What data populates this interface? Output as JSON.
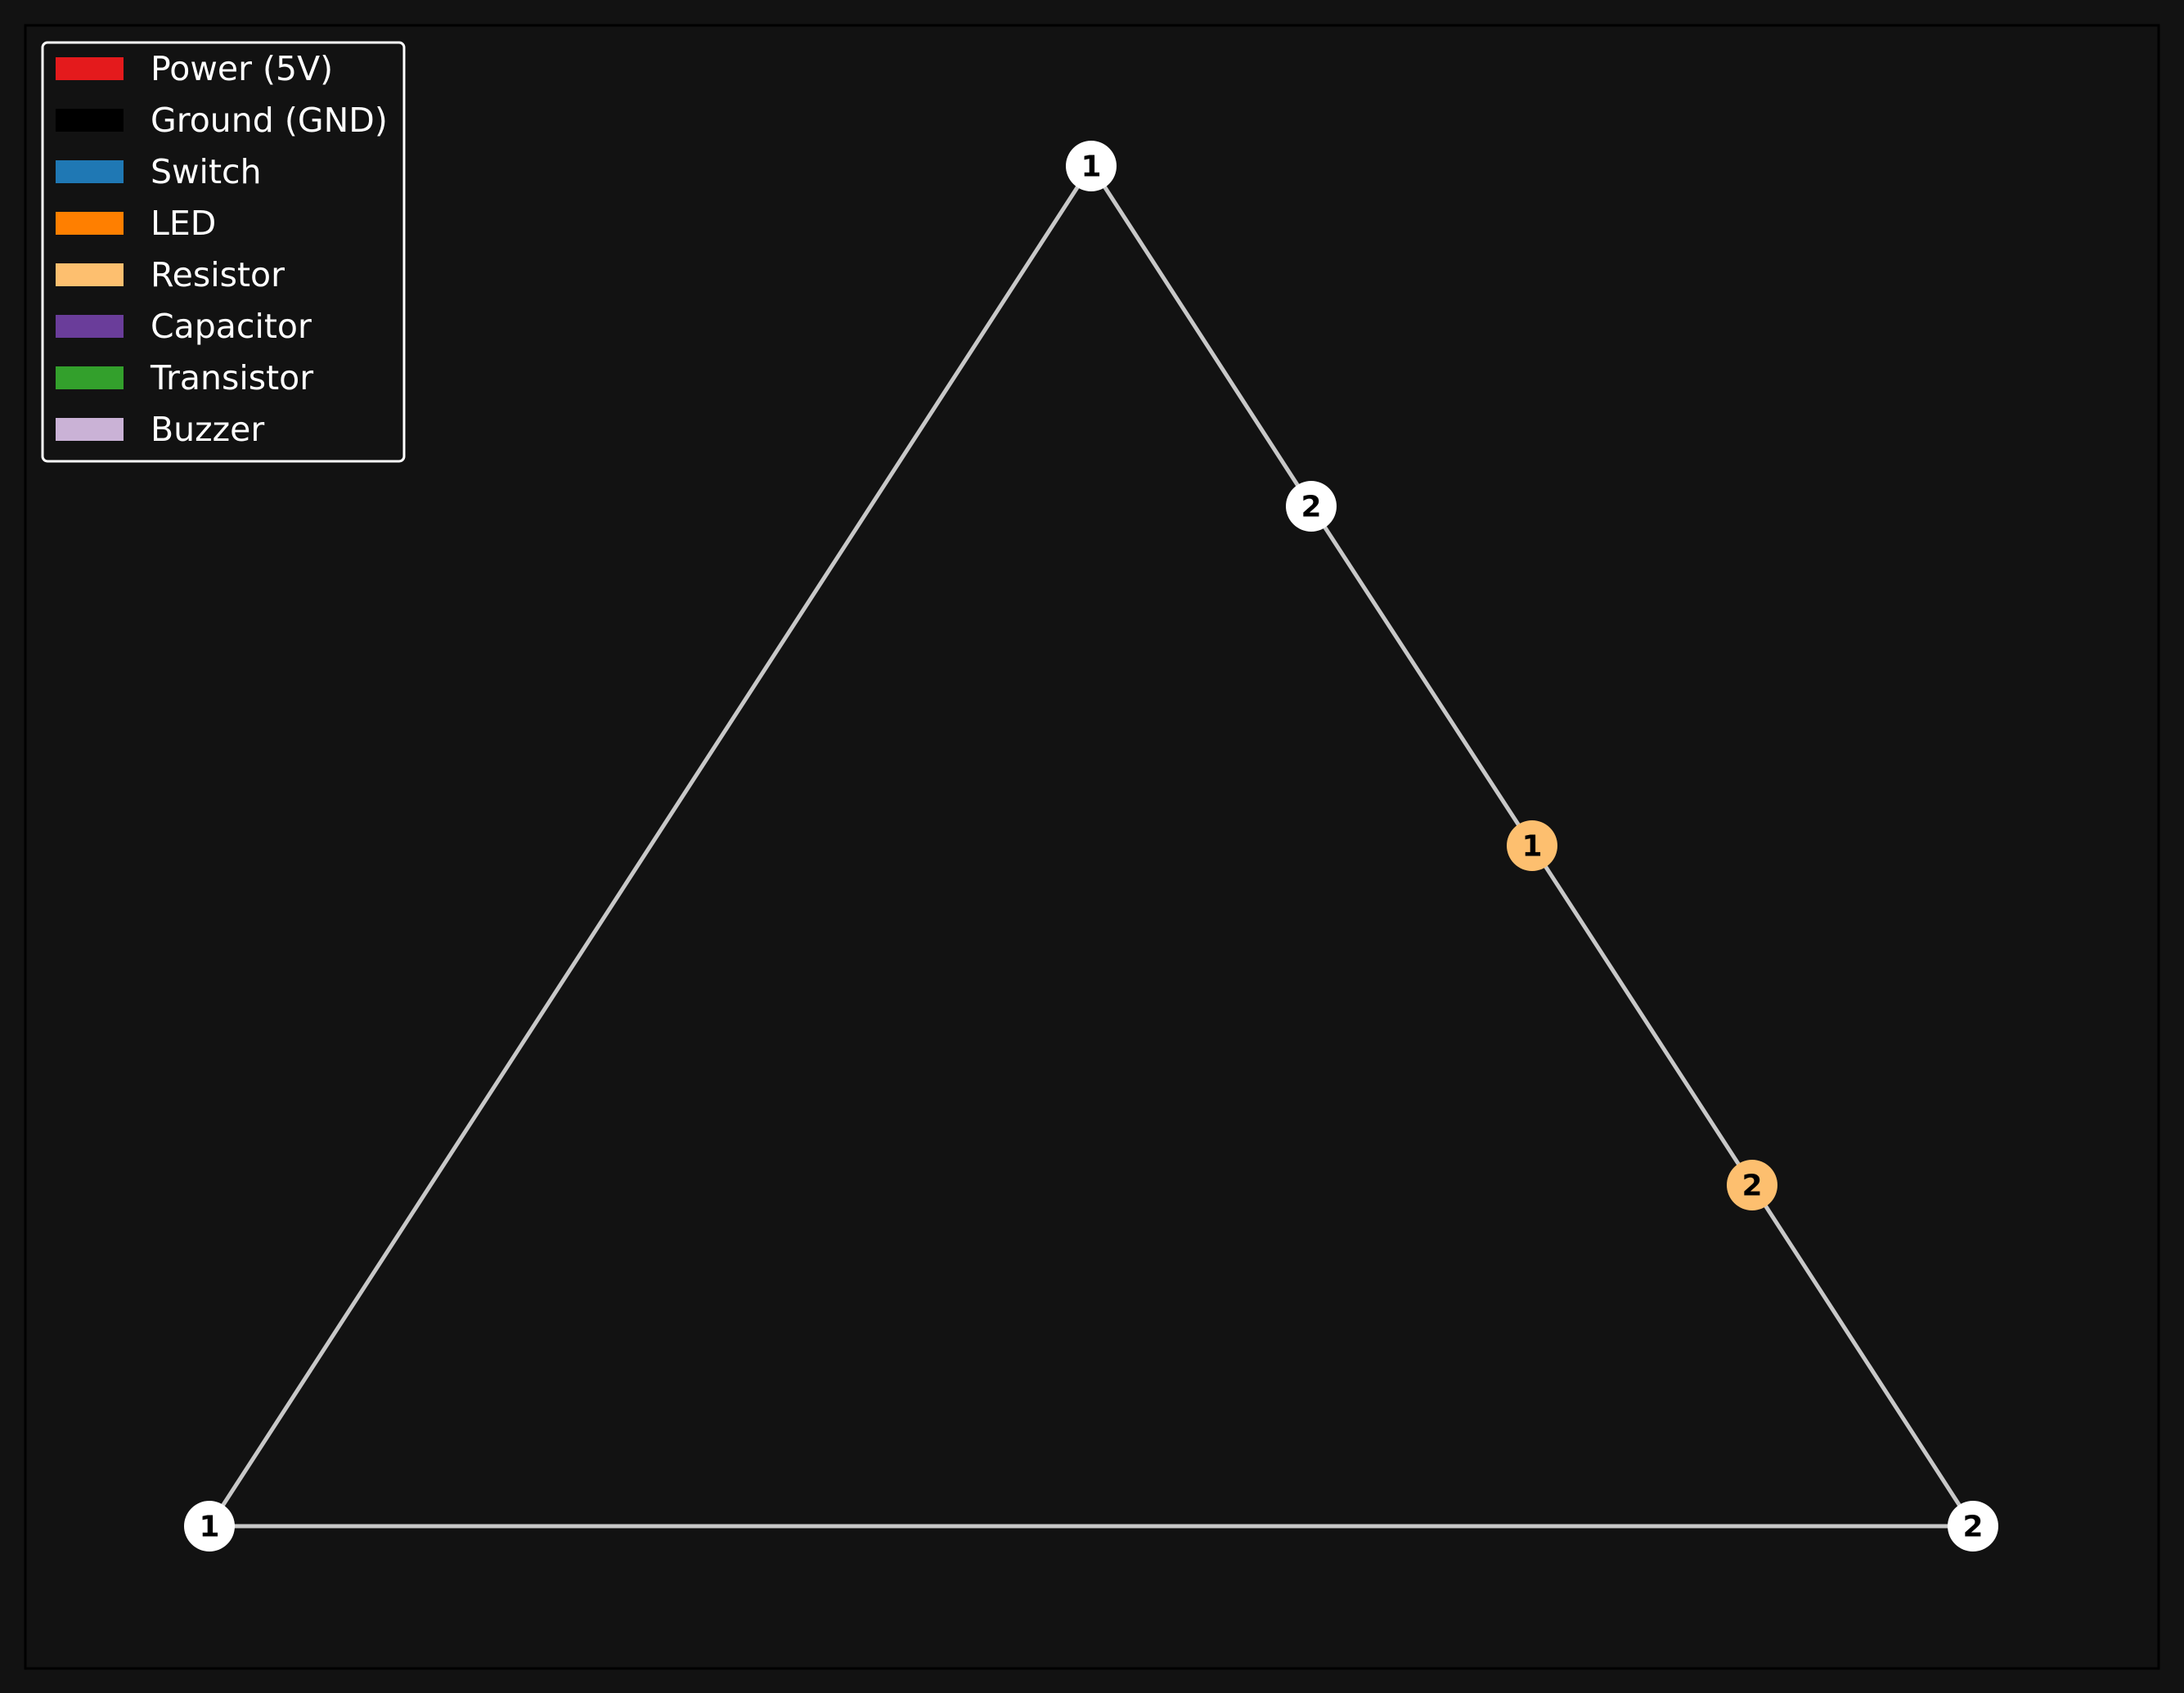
{
  "legend": {
    "items": [
      {
        "label": "Power (5V)",
        "color": "#e41a1c"
      },
      {
        "label": "Ground (GND)",
        "color": "#000000"
      },
      {
        "label": "Switch",
        "color": "#1f78b4"
      },
      {
        "label": "LED",
        "color": "#ff7f00"
      },
      {
        "label": "Resistor",
        "color": "#fdbf6f"
      },
      {
        "label": "Capacitor",
        "color": "#6a3d9a"
      },
      {
        "label": "Transistor",
        "color": "#33a02c"
      },
      {
        "label": "Buzzer",
        "color": "#cab2d6"
      }
    ]
  },
  "colors": {
    "background": "#121212",
    "wire": "#c8c8c8",
    "pin_default": "#ffffff",
    "frame": "#000000",
    "legend_border": "#ffffff"
  },
  "wires": [
    {
      "from": "top-1",
      "to": "top-2"
    },
    {
      "from": "top-2",
      "to": "resistor-1"
    },
    {
      "from": "resistor-1",
      "to": "resistor-2"
    },
    {
      "from": "resistor-2",
      "to": "right-2"
    },
    {
      "from": "right-2",
      "to": "left-1"
    },
    {
      "from": "left-1",
      "to": "top-1"
    }
  ],
  "pins": [
    {
      "id": "top-1",
      "label": "1",
      "color": "#ffffff"
    },
    {
      "id": "top-2",
      "label": "2",
      "color": "#ffffff"
    },
    {
      "id": "resistor-1",
      "label": "1",
      "color": "#fdbf6f"
    },
    {
      "id": "resistor-2",
      "label": "2",
      "color": "#fdbf6f"
    },
    {
      "id": "left-1",
      "label": "1",
      "color": "#ffffff"
    },
    {
      "id": "right-2",
      "label": "2",
      "color": "#ffffff"
    }
  ]
}
